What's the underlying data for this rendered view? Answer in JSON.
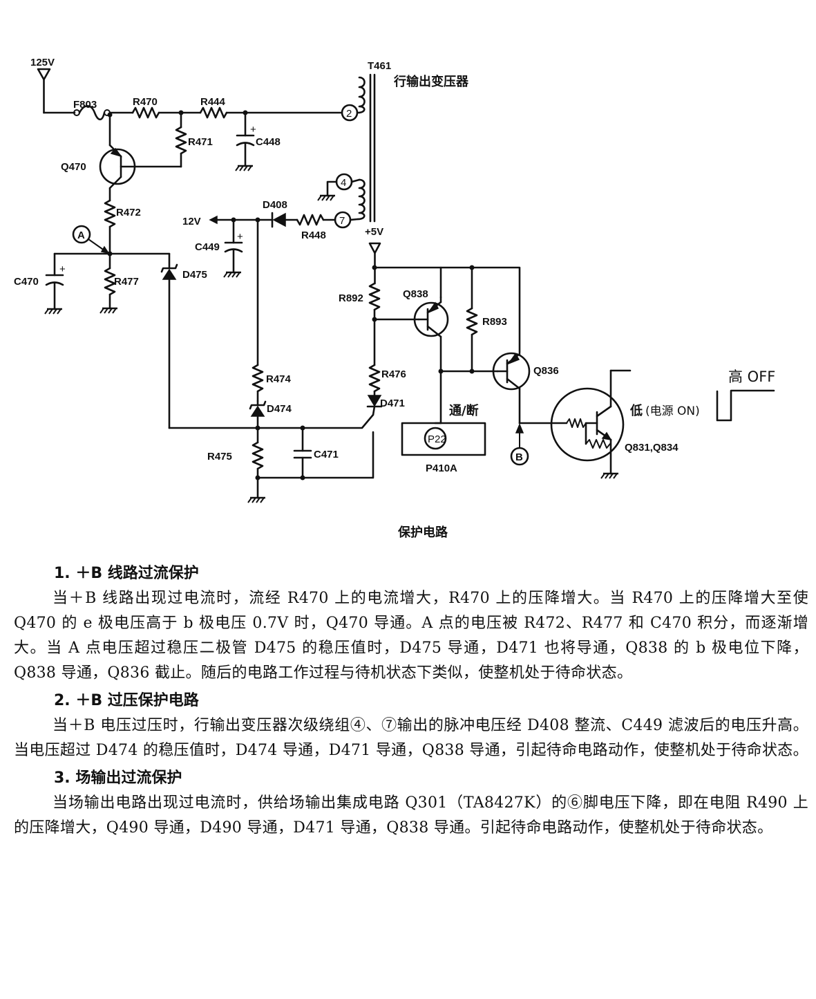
{
  "diagram": {
    "caption": "保护电路",
    "labels": {
      "v125": "125V",
      "f803": "F803",
      "r470": "R470",
      "r444": "R444",
      "t461": "T461",
      "flyback": "行输出变压器",
      "pin2": "2",
      "pin4": "4",
      "pin7": "7",
      "r471": "R471",
      "c448": "C448",
      "q470": "Q470",
      "r472": "R472",
      "pointA": "A",
      "c470": "C470",
      "r477": "R477",
      "d475": "D475",
      "d408": "D408",
      "v12": "12V",
      "c449": "C449",
      "r448": "R448",
      "v5": "+5V",
      "r892": "R892",
      "q838": "Q838",
      "r893": "R893",
      "q836": "Q836",
      "r474": "R474",
      "d474": "D474",
      "r476": "R476",
      "d471": "D471",
      "onoff": "通/断",
      "p22": "P22",
      "p410a": "P410A",
      "r475": "R475",
      "c471": "C471",
      "pointB": "B",
      "high_off": "高 OFF",
      "low_on_prefix": "低",
      "low_on_paren": "(电源 ON)",
      "q831": "Q831,Q834"
    }
  },
  "sections": [
    {
      "title": "1. ＋B 线路过流保护",
      "body": "当＋B 线路出现过电流时，流经 R470 上的电流增大，R470 上的压降增大。当 R470 上的压降增大至使 Q470 的 e 极电压高于 b 极电压 0.7V 时，Q470 导通。A 点的电压被 R472、R477 和 C470 积分，而逐渐增大。当 A 点电压超过稳压二极管 D475 的稳压值时，D475 导通，D471 也将导通，Q838 的 b 极电位下降，Q838 导通，Q836 截止。随后的电路工作过程与待机状态下类似，使整机处于待命状态。"
    },
    {
      "title": "2. ＋B 过压保护电路",
      "body": "当＋B 电压过压时，行输出变压器次级绕组④、⑦输出的脉冲电压经 D408 整流、C449 滤波后的电压升高。当电压超过 D474 的稳压值时，D474 导通，D471 导通，Q838 导通，引起待命电路动作，使整机处于待命状态。"
    },
    {
      "title": "3. 场输出过流保护",
      "body": "当场输出电路出现过电流时，供给场输出集成电路 Q301（TA8427K）的⑥脚电压下降，即在电阻 R490 上的压降增大，Q490 导通，D490 导通，D471 导通，Q838 导通。引起待命电路动作，使整机处于待命状态。"
    }
  ]
}
